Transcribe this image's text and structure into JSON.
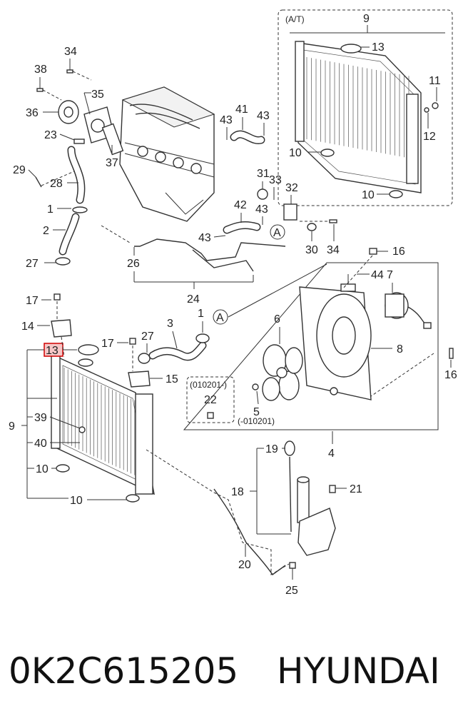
{
  "diagram": {
    "callouts": {
      "c1": "1",
      "c2": "2",
      "c3": "3",
      "c4": "4",
      "c5": "5",
      "c6": "6",
      "c7": "7",
      "c8": "8",
      "c9": "9",
      "c10": "10",
      "c11": "11",
      "c12": "12",
      "c13": "13",
      "c14": "14",
      "c15": "15",
      "c16": "16",
      "c17": "17",
      "c18": "18",
      "c19": "19",
      "c20": "20",
      "c21": "21",
      "c22": "22",
      "c23": "23",
      "c24": "24",
      "c25": "25",
      "c26": "26",
      "c27": "27",
      "c28": "28",
      "c29": "29",
      "c30": "30",
      "c31": "31",
      "c32": "32",
      "c33": "33",
      "c34": "34",
      "c35": "35",
      "c36": "36",
      "c37": "37",
      "c38": "38",
      "c39": "39",
      "c40": "40",
      "c41": "41",
      "c42": "42",
      "c43": "43",
      "c44": "44"
    },
    "ref_a": "A",
    "inset_at_label": "(A/T)",
    "inset_022_label": "(010201-)",
    "label_5_note": "(-010201)",
    "highlight_color": "#d10000"
  },
  "caption": {
    "part_number": "0K2C615205",
    "brand": "HYUNDAI"
  }
}
